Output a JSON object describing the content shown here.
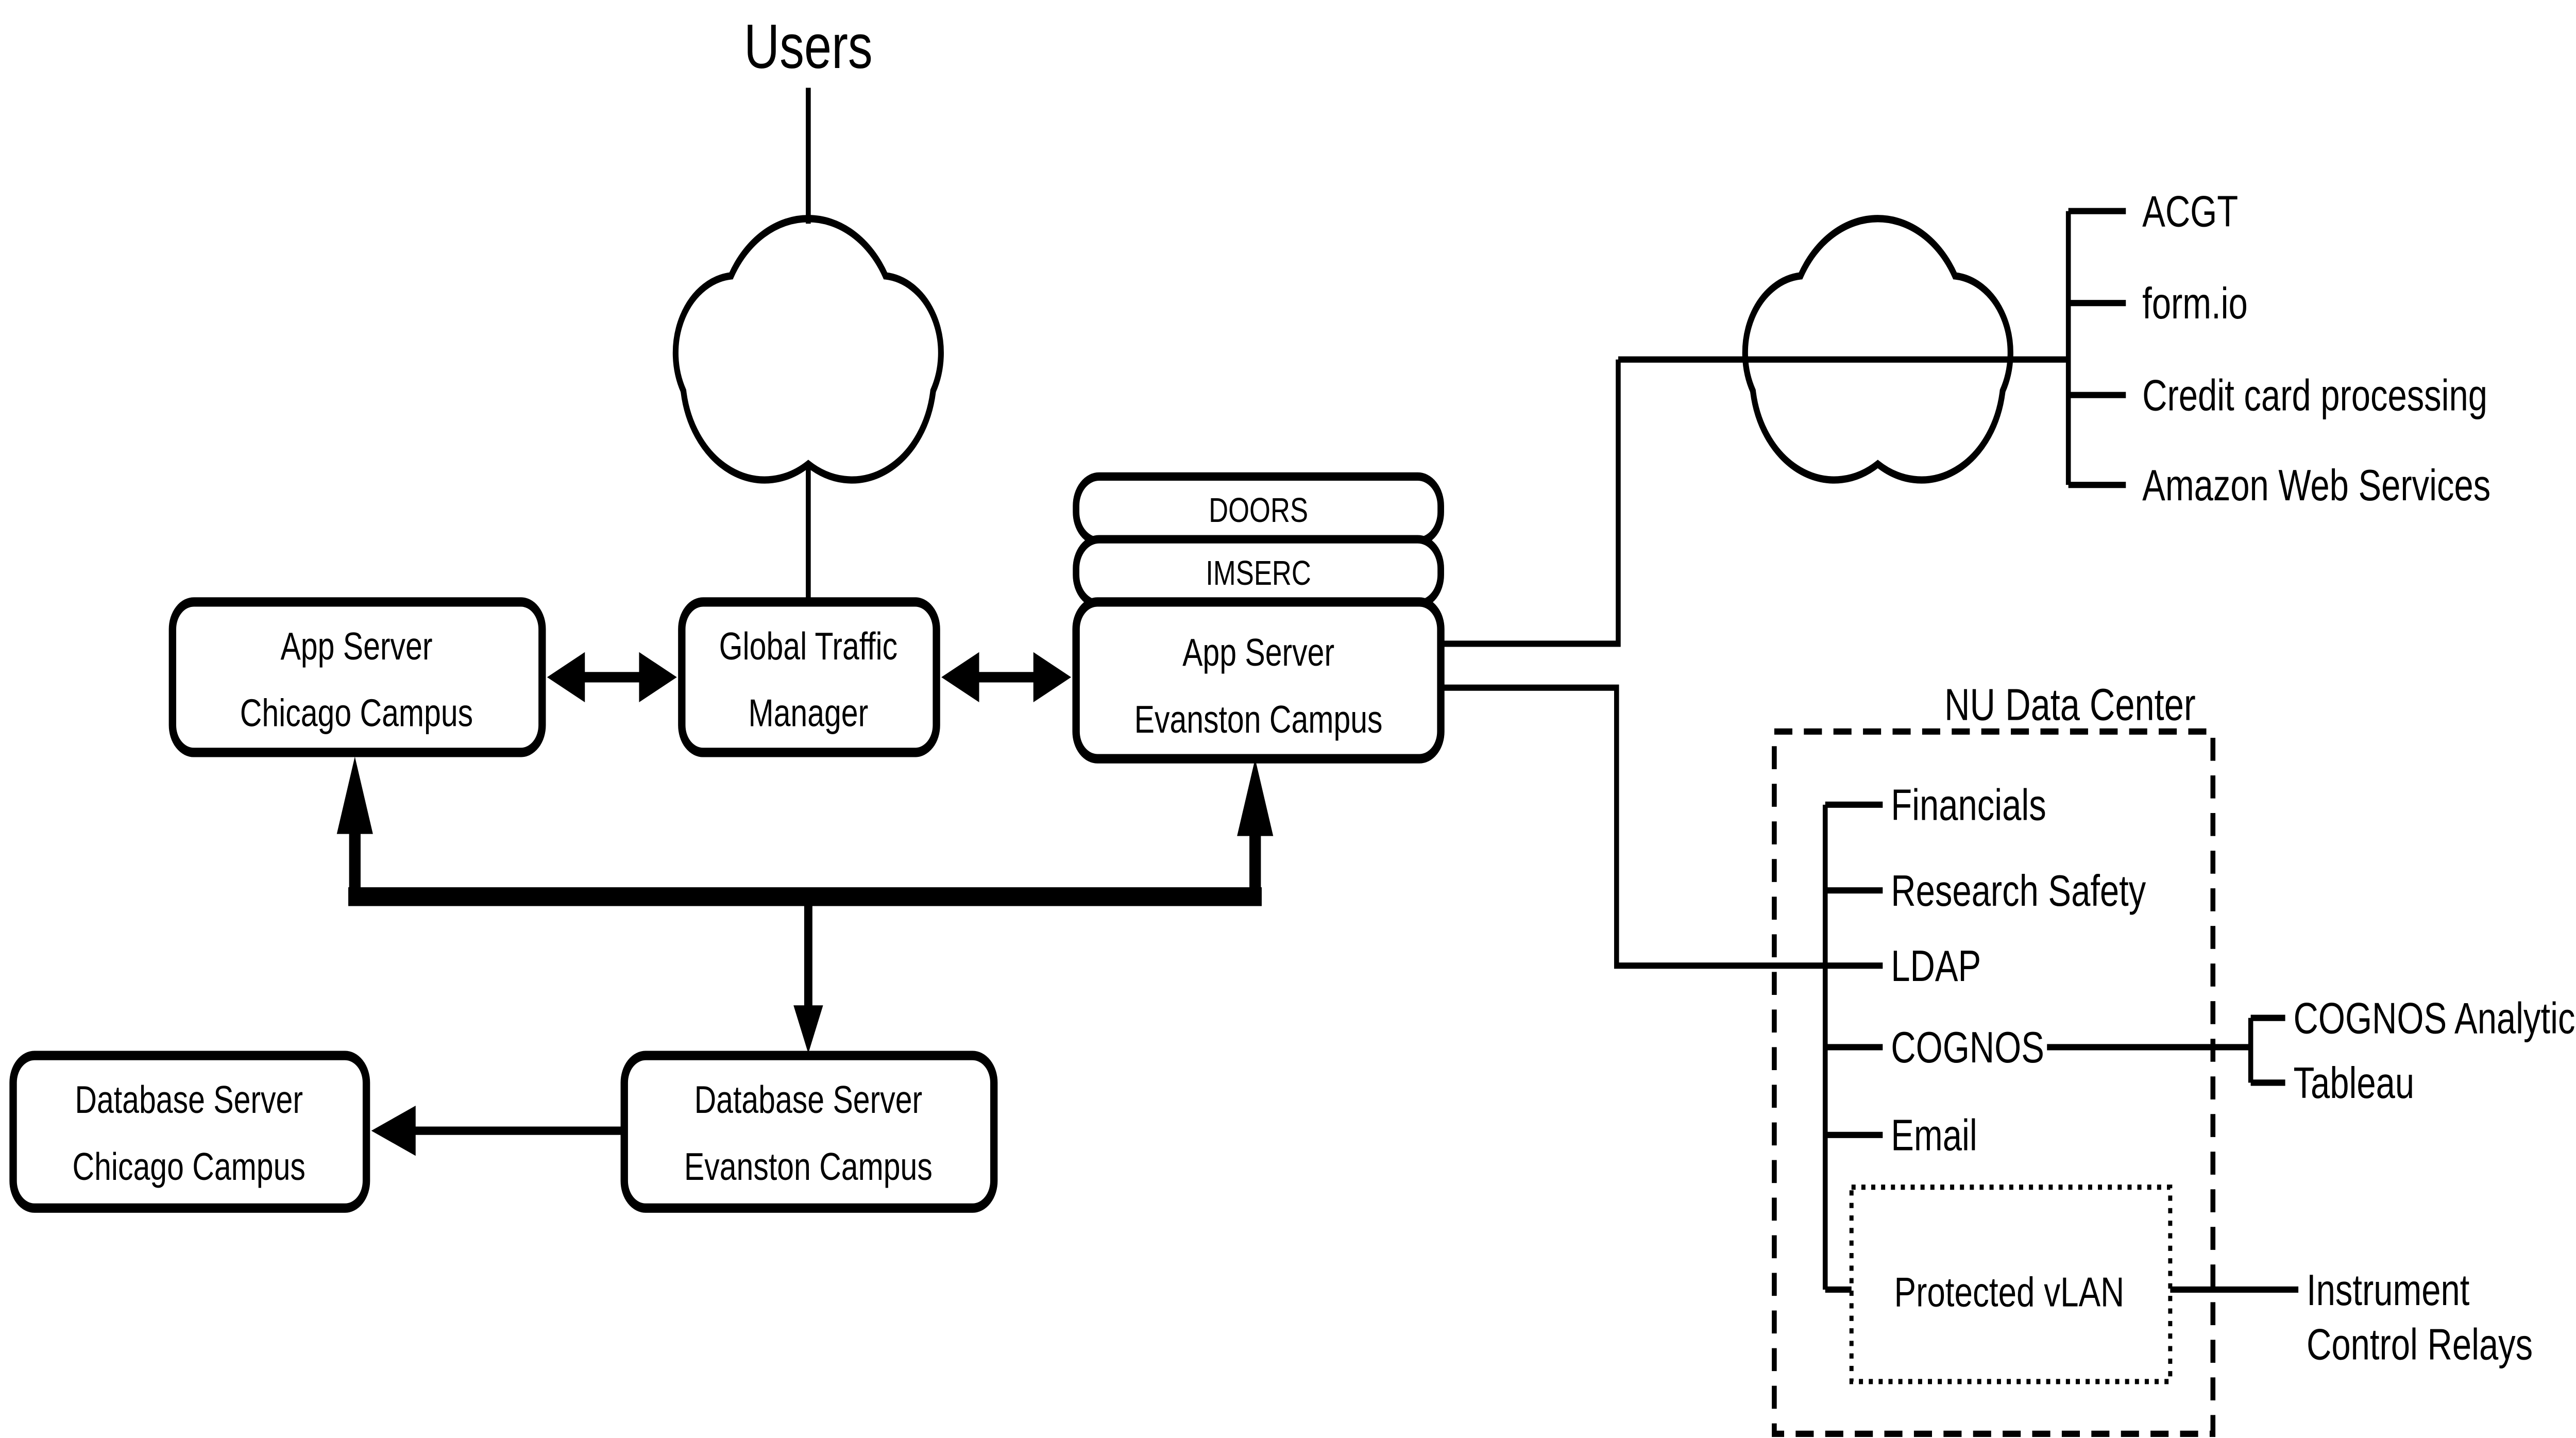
{
  "diagram": {
    "users_label": "Users",
    "nodes": {
      "app_server_chicago": {
        "line1": "App Server",
        "line2": "Chicago Campus"
      },
      "global_traffic_manager": {
        "line1": "Global Traffic",
        "line2": "Manager"
      },
      "doors_label": "DOORS",
      "imserc_label": "IMSERC",
      "app_server_evanston": {
        "line1": "App Server",
        "line2": "Evanston Campus"
      },
      "database_server_evanston": {
        "line1": "Database Server",
        "line2": "Evanston Campus"
      },
      "database_server_chicago": {
        "line1": "Database Server",
        "line2": "Chicago Campus"
      }
    },
    "external_cloud": {
      "services": [
        "ACGT",
        "form.io",
        "Credit card processing",
        "Amazon Web Services"
      ]
    },
    "nu_data_center": {
      "title": "NU Data Center",
      "services": [
        "Financials",
        "Research Safety",
        "LDAP",
        "COGNOS",
        "Email"
      ],
      "protected_vlan_label": "Protected vLAN"
    },
    "cognos_connections": [
      "COGNOS Analytics",
      "Tableau"
    ],
    "instrument_control_relays": {
      "line1": "Instrument",
      "line2": "Control Relays"
    },
    "colors": {
      "stroke": "#000000",
      "background": "#ffffff"
    }
  }
}
